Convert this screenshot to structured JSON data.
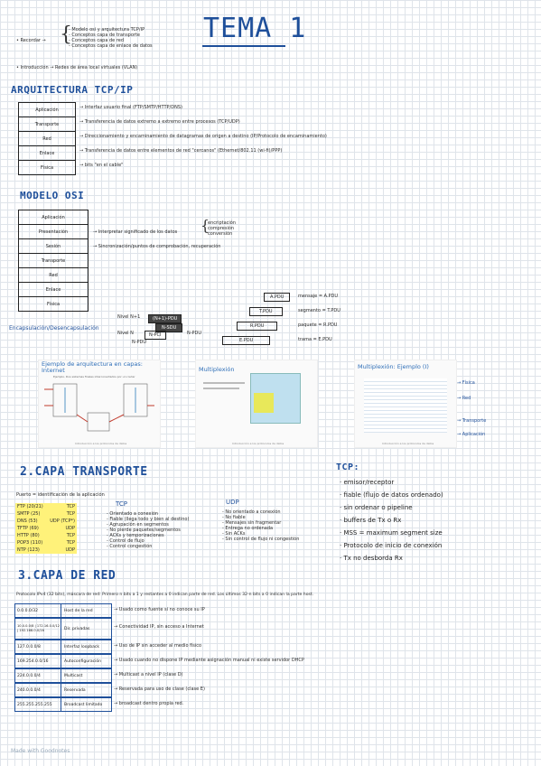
{
  "title": "TEMA 1",
  "recordar": {
    "label": "Recordar",
    "items": [
      "Modelo osi y arquitectura TCP/IP",
      "Conceptos capa de transporte",
      "Conceptos capa de red",
      "Conceptos capa de enlace de datos"
    ],
    "intro_label": "Introducción",
    "intro_text": "Redes de área local virtuales (VLAN)"
  },
  "arquitectura": {
    "heading": "ARQUITECTURA TCP/IP",
    "layers": [
      {
        "name": "Aplicación",
        "desc": "Interfaz usuario final (FTP/SMTP/HTTP/DNS)"
      },
      {
        "name": "Transporte",
        "desc": "Transferencia de datos extremo a extremo entre procesos (TCP/UDP)"
      },
      {
        "name": "Red",
        "desc": "Direccionamiento y encaminamiento de datagramas de origen a destino (IP/Protocolo de encaminamiento)"
      },
      {
        "name": "Enlace",
        "desc": "Transferencia de datos entre elementos de red \"cercanos\" (Ethernet/802.11 (wi-fi)/PPP)"
      },
      {
        "name": "Física",
        "desc": "bits \"en el cable\""
      }
    ]
  },
  "osi": {
    "heading": "MODELO OSI",
    "layers": [
      "Aplicación",
      "Presentación",
      "Sesión",
      "Transporte",
      "Red",
      "Enlace",
      "Física"
    ],
    "pres_note": "Interpretar significado de los datos",
    "pres_brace": [
      "encriptación",
      "compresión",
      "conversión"
    ],
    "ses_note": "Sincronización/puntos de comprobación, recuperación"
  },
  "encap": {
    "label": "Encapsulación/Desencapsulación",
    "left_labels": [
      "Nivel N+1",
      "Nivel N",
      "N-PDU"
    ],
    "right_labels": [
      "mensaje = A.PDU",
      "segmento = T.PDU",
      "paquete = R.PDU",
      "trama = E.PDU"
    ],
    "box_labels": [
      "A.PDU",
      "T.PDU",
      "R.PDU",
      "E.PDU",
      "(N+1)-PDU",
      "N-SDU",
      "N-PCI",
      "N-PDU"
    ]
  },
  "thumbs": [
    {
      "title": "Ejemplo de arquitectura en capas: Internet",
      "subtitle": "Ejemplo. Dos sistemas finales interconectados por un router",
      "caption": "Introducción a los protocolos de datos"
    },
    {
      "title": "Multiplexión",
      "caption": "Introducción a los protocolos de datos"
    },
    {
      "title": "Multiplexión: Ejemplo (I)",
      "caption": "Introducción a los protocolos de datos",
      "notes": [
        "Física",
        "Red",
        "Transporte",
        "Aplicación"
      ]
    }
  ],
  "transporte": {
    "heading": "2.CAPA TRANSPORTE",
    "puerto": "Puerto = identificación de la aplicación",
    "ports": [
      {
        "proto": "FTP (20/21)",
        "t": "TCP"
      },
      {
        "proto": "SMTP (25)",
        "t": "TCP"
      },
      {
        "proto": "DNS (53)",
        "t": "UDP (TCP*)"
      },
      {
        "proto": "TFTP (69)",
        "t": "UDP"
      },
      {
        "proto": "HTTP (80)",
        "t": "TCP"
      },
      {
        "proto": "POP3 (110)",
        "t": "TCP"
      },
      {
        "proto": "NTP (123)",
        "t": "UDP"
      }
    ],
    "tcp_head": "TCP",
    "tcp_items": [
      "Orientado a conexión",
      "Fiable (llega todo y bien al destino)",
      "Agrupación en segmentos",
      "No pierde paquetes/segmentos",
      "ACKs y temporizaciones",
      "Control de flujo",
      "Control congestión"
    ],
    "udp_head": "UDP",
    "udp_items": [
      "No orientado a conexión",
      "No fiable",
      "Mensajes sin fragmentar",
      "Entrega no ordenada",
      "Sin ACKs",
      "Sin control de flujo ni congestión"
    ],
    "tcp_right_head": "TCP:",
    "tcp_right": [
      "emisor/receptor",
      "fiable (flujo de datos ordenado)",
      "sin ordenar o pipeline",
      "buffers de Tx o Rx",
      "MSS = maximum segment size",
      "Protocolo de inicio de conexión",
      "Tx no desborda Rx"
    ]
  },
  "red": {
    "heading": "3.CAPA DE RED",
    "protocolo": "Protocolo IPv4 (32 bits), máscara de red: Primero n bits a 1 y restantes a 0 indican parte de red. Los últimos 32-n bits a 0 indican la parte host.",
    "rows": [
      {
        "ip": "0.0.0.0/32",
        "nombre": "Host de la red",
        "desc": "Usado como fuente si no conoce su IP"
      },
      {
        "ip": "10.0.0.0/8 | 172.16.0.0/12 | 192.168.0.0/16",
        "nombre": "Dir. privadas",
        "desc": "Conectividad IP, sin acceso a Internet"
      },
      {
        "ip": "127.0.0.0/8",
        "nombre": "Interfaz loopback",
        "desc": "Uso de IP sin acceder al medio físico"
      },
      {
        "ip": "169.254.0.0/16",
        "nombre": "Autoconfiguración",
        "desc": "Usado cuando no dispone IP mediante asignación manual ni existe servidor DHCP"
      },
      {
        "ip": "224.0.0.0/4",
        "nombre": "Multicast",
        "desc": "Multicast a nivel IP (clase D)"
      },
      {
        "ip": "240.0.0.0/4",
        "nombre": "Reservada",
        "desc": "Reservada para uso de clase (clase E)"
      },
      {
        "ip": "255.255.255.255",
        "nombre": "Broadcast limitado",
        "desc": "broadcast dentro propia red."
      }
    ]
  },
  "footer": "Made with Goodnotes",
  "colors": {
    "accent": "#1e4f9a",
    "highlight": "#fff27a",
    "grid": "#dfe4ea"
  }
}
